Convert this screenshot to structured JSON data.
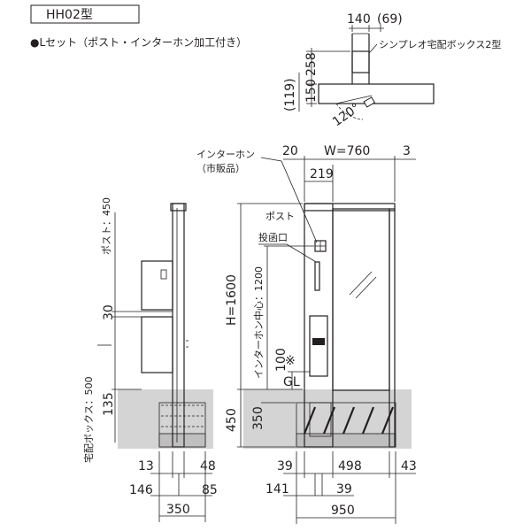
{
  "header": {
    "model": "HH02型",
    "set_title": "●Lセット（ポスト・インターホン加工付き）"
  },
  "plan": {
    "d140": "140",
    "d69": "(69)",
    "d258": "258",
    "d150": "150",
    "d119": "(119)",
    "d120": "120°",
    "box_label": "シンプレオ宅配ボックス2型"
  },
  "side": {
    "post450": "ポスト：450",
    "d30": "30",
    "box500": "宅配ボックス：500",
    "d135": "135",
    "d13": "13",
    "d48": "48",
    "d146": "146",
    "d85": "85",
    "d350": "350"
  },
  "front": {
    "intercom": "インターホン",
    "intercom_sub": "（市販品）",
    "d20": "20",
    "w760": "W=760",
    "d3": "3",
    "d219": "219",
    "post_label": "ポスト",
    "slot_label": "投函口",
    "h1600": "H=1600",
    "center1200": "インターホン中心：1200",
    "d100": "100",
    "mark": "※",
    "gl": "GL",
    "d450": "450",
    "d350": "350",
    "d39a": "39",
    "d498": "498",
    "d43": "43",
    "d141": "141",
    "d39b": "39",
    "d950": "950"
  },
  "colors": {
    "line": "#231f20",
    "ground": "#d4d4d4"
  }
}
